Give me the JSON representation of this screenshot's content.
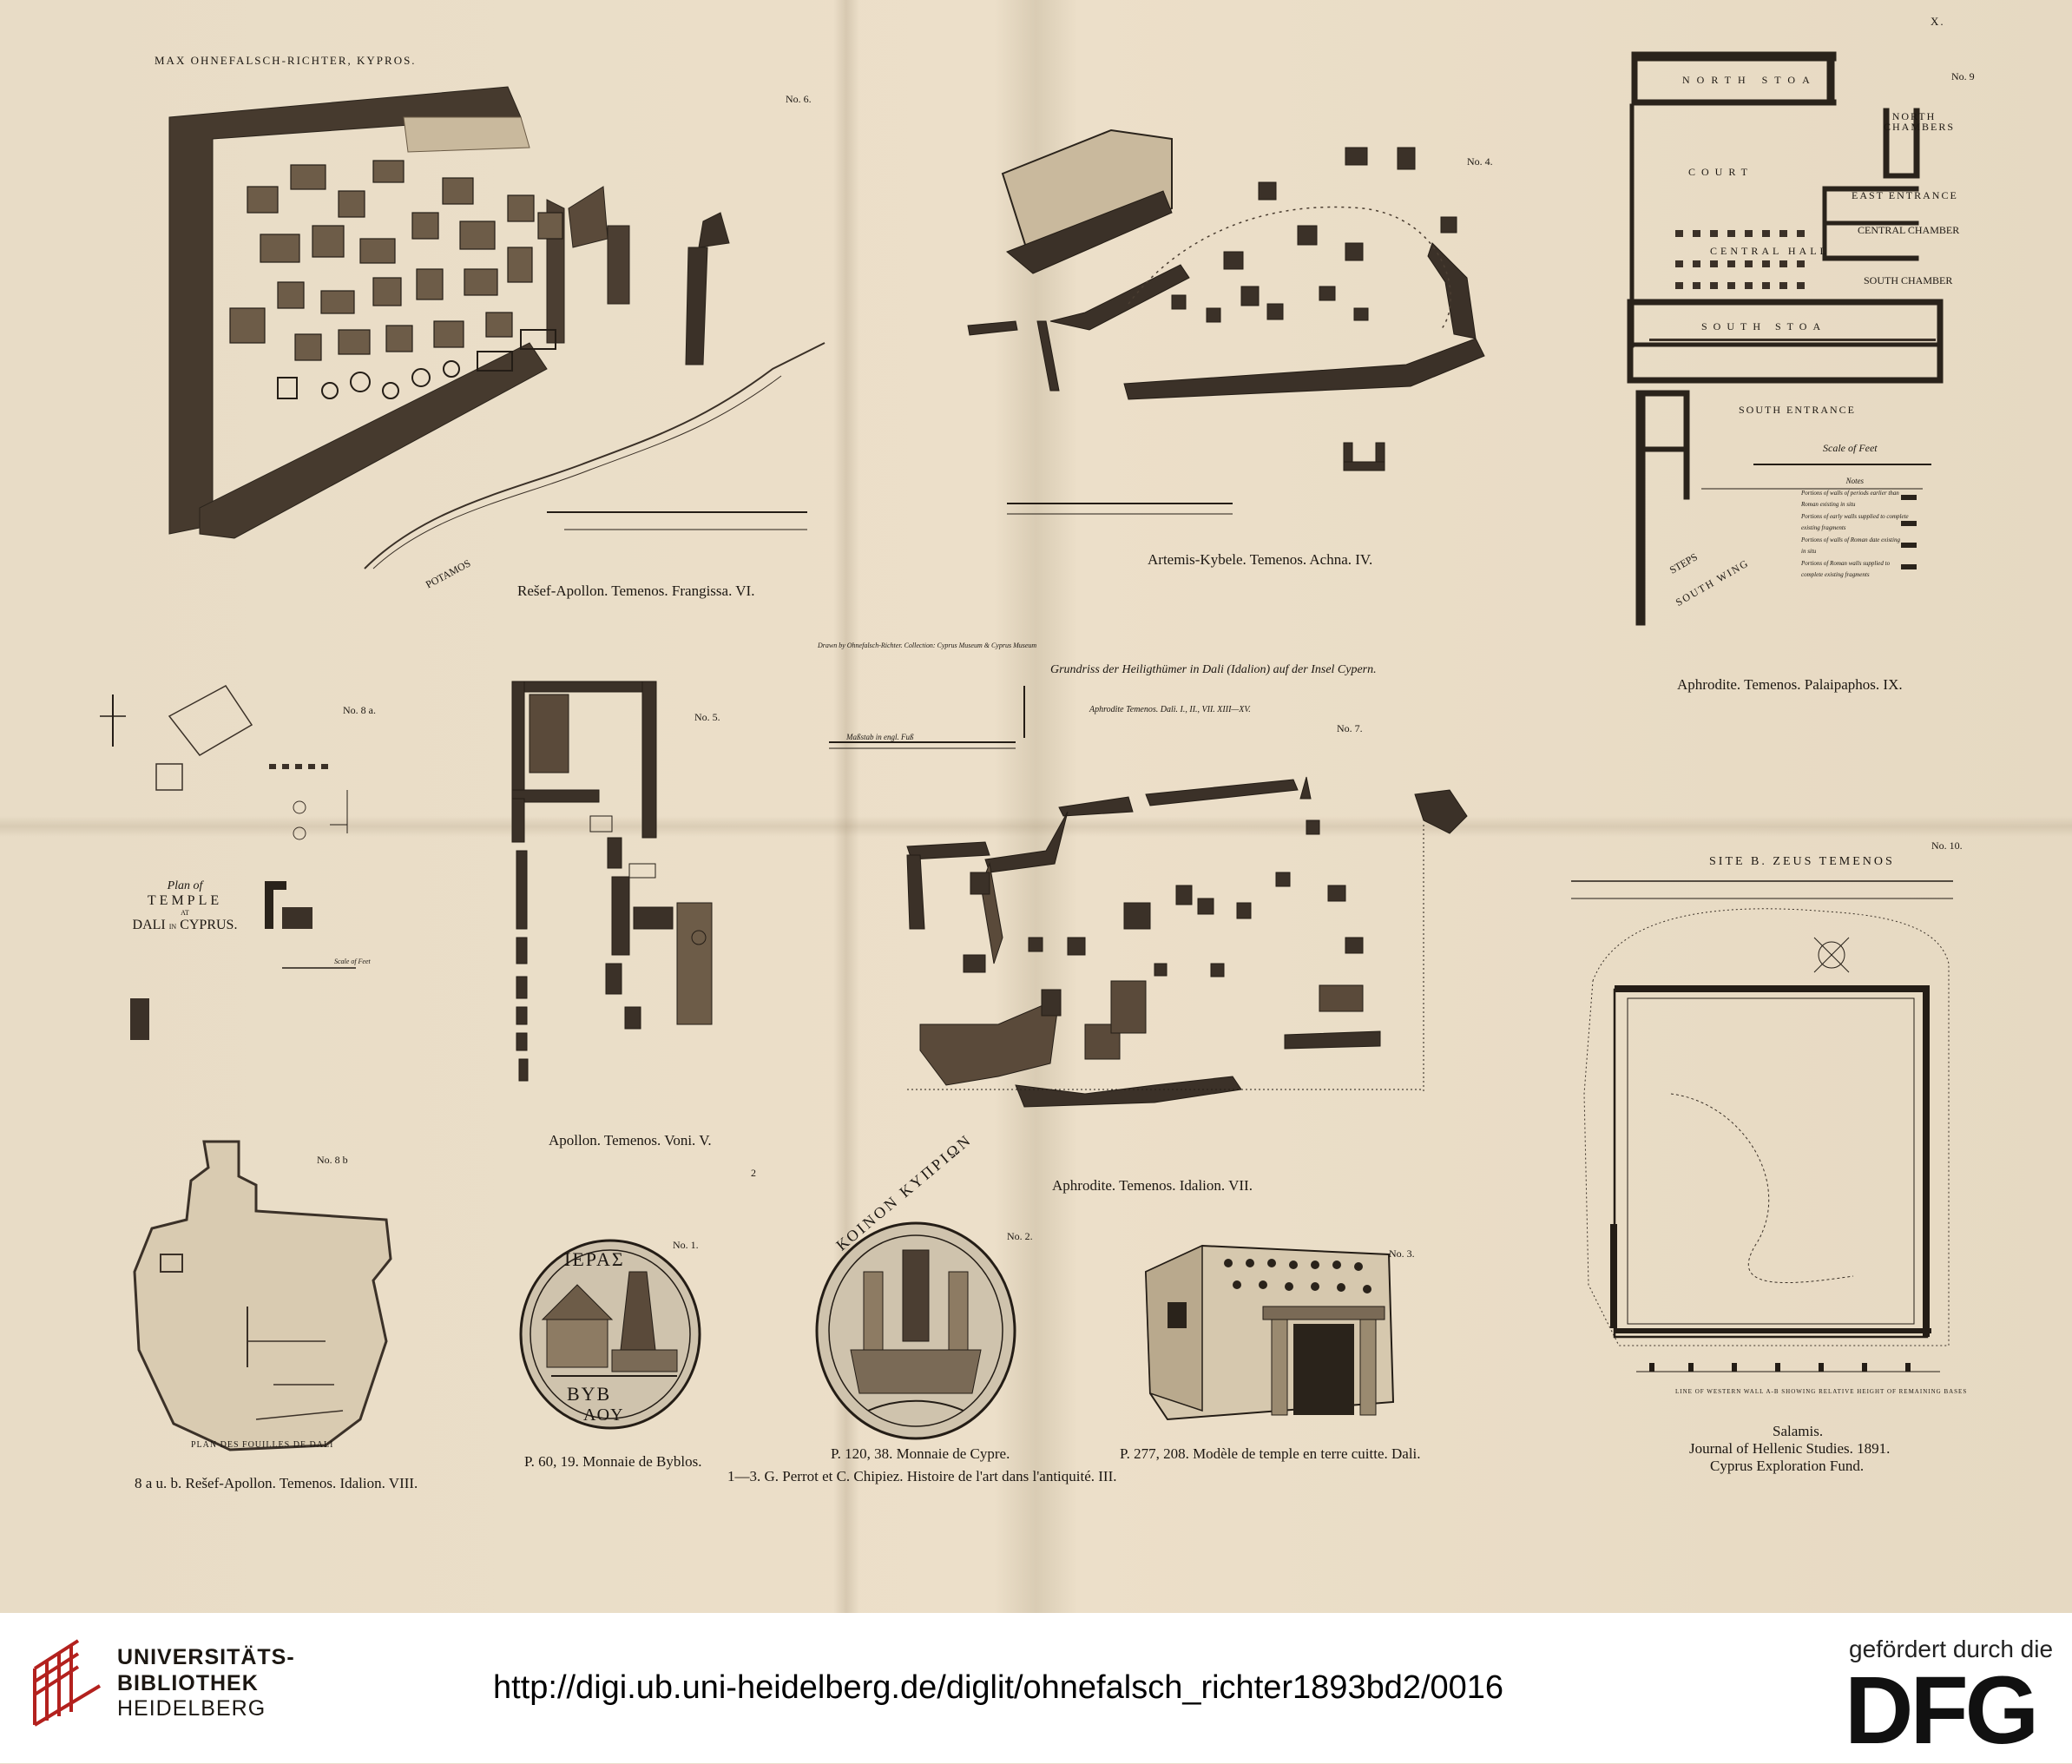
{
  "header_left": "MAX OHNEFALSCH-RICHTER, KYPROS.",
  "plate_number": "X.",
  "figures": [
    {
      "no": "No. 6.",
      "caption": "Rešef-Apollon. Temenos. Frangissa. VI."
    },
    {
      "no": "No. 4.",
      "caption": "Artemis-Kybele. Temenos. Achna. IV."
    },
    {
      "no": "No. 9",
      "caption": "Aphrodite. Temenos. Palaipaphos. IX."
    },
    {
      "no": "No. 8 a.",
      "caption": ""
    },
    {
      "no": "No. 5.",
      "caption": "Apollon. Temenos. Voni. V."
    },
    {
      "no": "No. 7.",
      "caption": "Aphrodite. Temenos. Idalion. VII."
    },
    {
      "no": "No. 10.",
      "caption": "Salamis."
    },
    {
      "no": "No. 8 b",
      "caption": "8 a u. b. Rešef-Apollon. Temenos. Idalion. VIII."
    },
    {
      "no": "No. 1.",
      "caption": "P. 60, 19. Monnaie de Byblos."
    },
    {
      "no": "No. 2.",
      "caption": "P. 120, 38. Monnaie de Cypre."
    },
    {
      "no": "No. 3.",
      "caption": "P. 277, 208. Modèle de temple en terre cuitte. Dali."
    }
  ],
  "salamis_source": [
    "Journal of Hellenic Studies. 1891.",
    "Cyprus Exploration Fund."
  ],
  "perrot_caption": "1—3. G. Perrot et C. Chipiez. Histoire de l'art dans l'antiquité. III.",
  "plan_9_labels": [
    "NORTH STOA",
    "NORTH CHAMBERS",
    "COURT",
    "EAST ENTRANCE",
    "CENTRAL HALL",
    "CENTRAL CHAMBER",
    "SOUTH CHAMBER",
    "SOUTH STOA",
    "SOUTH ENTRANCE",
    "STEPS",
    "SOUTH WING"
  ],
  "plan_9_scale": "Scale of Feet",
  "plan_9_notes": [
    "Notes",
    "Portions of walls of periods earlier than",
    "Roman existing in situ",
    "Portions of early walls supplied to complete",
    "existing fragments",
    "Portions of walls of Roman date existing",
    "in situ",
    "Portions of Roman walls supplied to",
    "complete existing fragments"
  ],
  "plan_8a_title": [
    "Plan of",
    "TEMPLE",
    "AT",
    "DALI",
    "IN",
    "CYPRUS."
  ],
  "plan_8a_scale": "Scale of Feet",
  "plan_8b_label": "PLAN DES FOUILLES DE DALI",
  "plan_7_title": [
    "Grundriss der Heiligthümer in Dali (Idalion) auf der Insel Cypern.",
    "Aphrodite Temenos. Dali. I., II., VII. XIII—XV."
  ],
  "plan_7_note": "Drawn by Ohnefalsch-Richter. Collection: Cyprus Museum & Cyprus Museum",
  "plan_7_scale": "Maßstab in engl. Fuß",
  "plan_10_title": "SITE B. ZEUS TEMENOS",
  "plan_10_note": "LINE OF WESTERN WALL A-B SHOWING RELATIVE HEIGHT OF REMAINING BASES",
  "coin_1_legend": [
    "ΙΕΡΑΣ",
    "ΒΥΒ",
    "ΛΟΥ"
  ],
  "coin_2_legend": "ΚΟΙΝΟΝ ΚΥΠΡΙΩΝ",
  "river_label": "POTAMOS",
  "page_marks": [
    "2"
  ],
  "footer": {
    "institution_line1": "UNIVERSITÄTS-",
    "institution_line2": "BIBLIOTHEK",
    "institution_line3": "HEIDELBERG",
    "url": "http://digi.ub.uni-heidelberg.de/diglit/ohnefalsch_richter1893bd2/0016",
    "sponsor_text": "gefördert durch die",
    "sponsor_logo": "DFG"
  },
  "colors": {
    "paper": "#eadfcb",
    "ink": "#1c1712",
    "logo_red": "#b3211e"
  }
}
